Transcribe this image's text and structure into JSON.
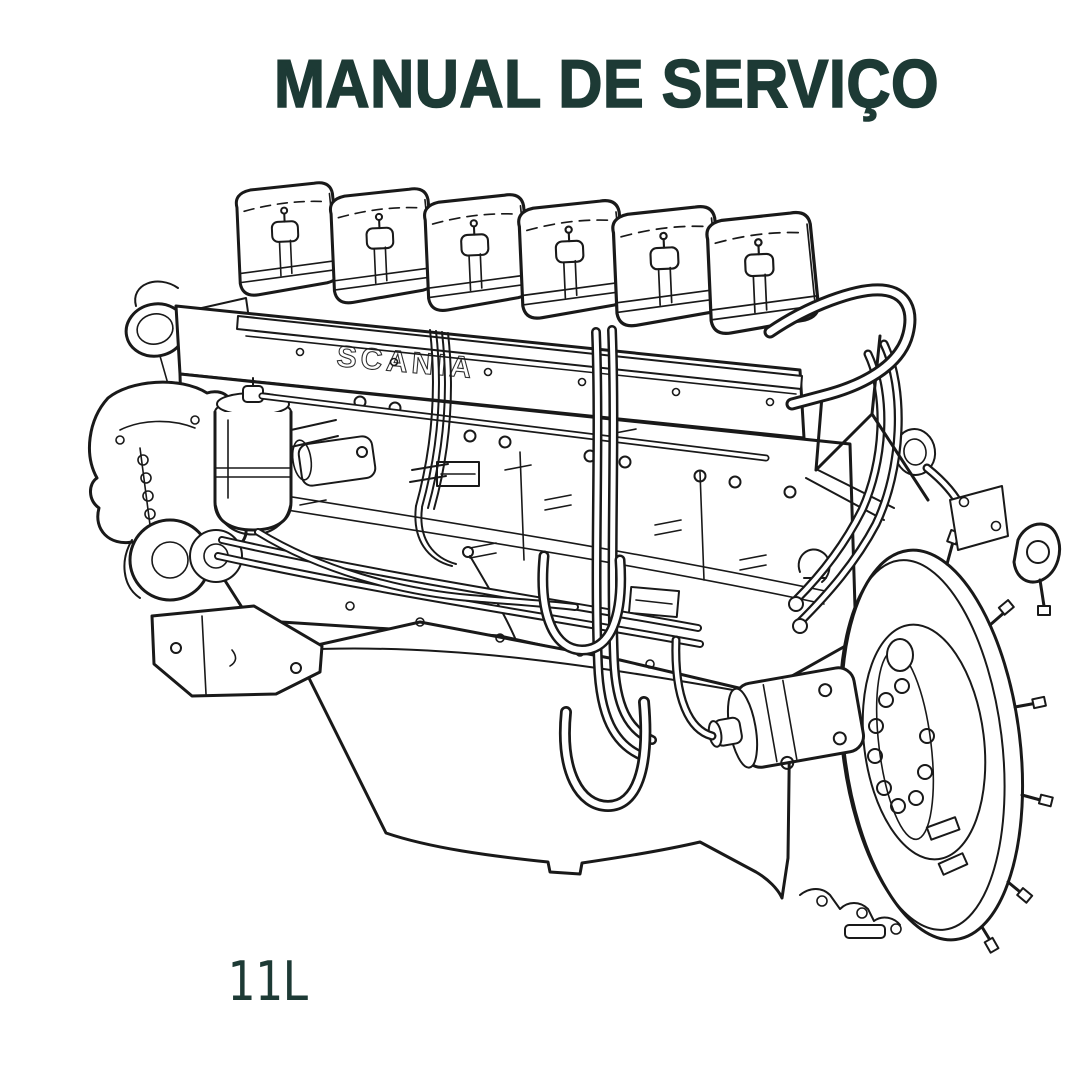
{
  "theme": {
    "background": "#ffffff",
    "accent": "#1d3a35",
    "line_color": "#191919"
  },
  "header": {
    "title": "MANUAL DE SERVIÇO"
  },
  "engine": {
    "block_text": "SCANIA",
    "displacement_label": "11L"
  }
}
